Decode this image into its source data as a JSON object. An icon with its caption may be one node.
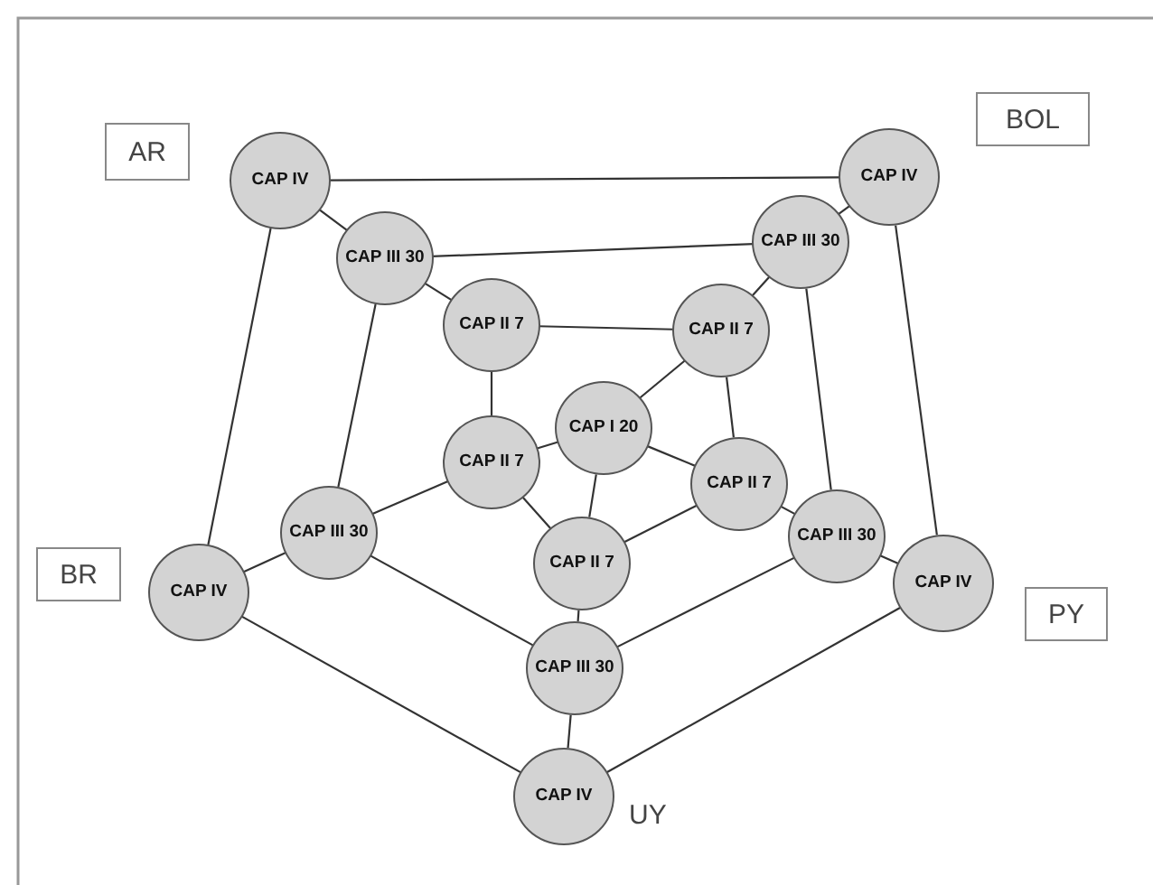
{
  "diagram": {
    "nodes": [
      {
        "text": [
          "AR"
        ]
      },
      {
        "text": [
          "CAP IV"
        ]
      },
      {
        "text": [
          "CAP IV"
        ]
      },
      {
        "text": [
          "BOL"
        ]
      },
      {
        "text": [
          "CAP III 30"
        ]
      },
      {
        "text": [
          "CAP III 30"
        ]
      },
      {
        "text": [
          "CAP II 7"
        ]
      },
      {
        "text": [
          "CAP II 7"
        ]
      },
      {
        "text": [
          "CAP I 20"
        ]
      },
      {
        "text": [
          "CAP II 7"
        ]
      },
      {
        "text": [
          "CAP II 7"
        ]
      },
      {
        "text": [
          "CAP III 30"
        ]
      },
      {
        "text": [
          "CAP III 30"
        ]
      },
      {
        "text": [
          "CAP II 7"
        ]
      },
      {
        "text": [
          "BR"
        ]
      },
      {
        "text": [
          "CAP IV"
        ]
      },
      {
        "text": [
          "CAP IV"
        ]
      },
      {
        "text": [
          "PY"
        ]
      },
      {
        "text": [
          "CAP III 30"
        ]
      },
      {
        "text": [
          "CAP IV"
        ],
        "beside": [
          "UY"
        ]
      }
    ],
    "edges": [
      {
        "from": 1,
        "to": 2,
        "arrow": "none"
      },
      {
        "from": 2,
        "to": 16,
        "arrow": "none"
      },
      {
        "from": 16,
        "to": 19,
        "arrow": "none"
      },
      {
        "from": 19,
        "to": 15,
        "arrow": "none"
      },
      {
        "from": 15,
        "to": 1,
        "arrow": "none"
      },
      {
        "from": 1,
        "to": 5,
        "arrow": "none"
      },
      {
        "from": 2,
        "to": 4,
        "arrow": "none"
      },
      {
        "from": 15,
        "to": 11,
        "arrow": "none"
      },
      {
        "from": 16,
        "to": 12,
        "arrow": "none"
      },
      {
        "from": 19,
        "to": 18,
        "arrow": "none"
      },
      {
        "from": 5,
        "to": 4,
        "arrow": "none"
      },
      {
        "from": 4,
        "to": 12,
        "arrow": "none"
      },
      {
        "from": 12,
        "to": 18,
        "arrow": "none"
      },
      {
        "from": 18,
        "to": 11,
        "arrow": "none"
      },
      {
        "from": 11,
        "to": 5,
        "arrow": "none"
      },
      {
        "from": 5,
        "to": 6,
        "arrow": "none"
      },
      {
        "from": 4,
        "to": 7,
        "arrow": "none"
      },
      {
        "from": 11,
        "to": 9,
        "arrow": "none"
      },
      {
        "from": 12,
        "to": 10,
        "arrow": "none"
      },
      {
        "from": 18,
        "to": 13,
        "arrow": "none"
      },
      {
        "from": 6,
        "to": 7,
        "arrow": "none"
      },
      {
        "from": 7,
        "to": 10,
        "arrow": "none"
      },
      {
        "from": 10,
        "to": 13,
        "arrow": "none"
      },
      {
        "from": 13,
        "to": 9,
        "arrow": "none"
      },
      {
        "from": 9,
        "to": 6,
        "arrow": "none"
      },
      {
        "from": 8,
        "to": 7,
        "arrow": "none"
      },
      {
        "from": 8,
        "to": 9,
        "arrow": "none"
      },
      {
        "from": 8,
        "to": 10,
        "arrow": "none"
      },
      {
        "from": 8,
        "to": 13,
        "arrow": "none"
      }
    ]
  }
}
